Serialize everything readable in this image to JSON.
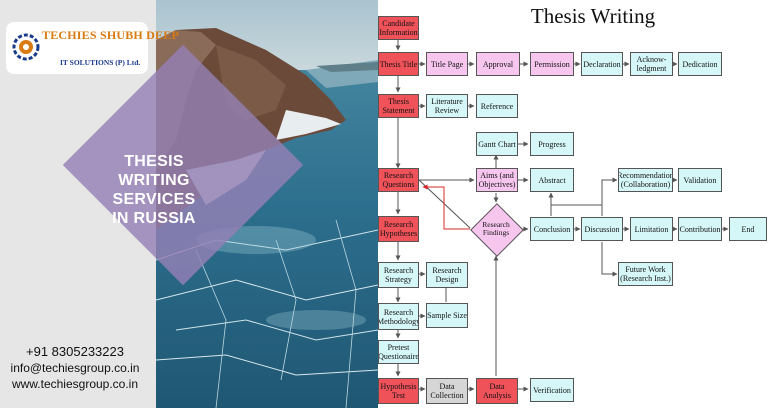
{
  "brand": {
    "logo_top": "TECHIES SHUBH DEEP",
    "logo_bottom": "IT SOLUTIONS (P) Ltd."
  },
  "hero": {
    "lines": [
      "THESIS",
      "WRITING",
      "SERVICES",
      "IN RUSSIA"
    ]
  },
  "contact": {
    "phone": "+91 8305233223",
    "email": "info@techiesgroup.co.in",
    "website": "www.techiesgroup.co.in"
  },
  "colors": {
    "red_node": "#f0525a",
    "pink_node": "#f7c6ef",
    "cyan_node": "#d6f7f8",
    "gray_node": "#d6d6d6",
    "left_panel": "#e6e6e6",
    "overlay": "#9480b4"
  },
  "diagram": {
    "title": "Thesis Writing",
    "nodes": {
      "candidate": [
        "Candidate",
        "Information"
      ],
      "thesis_title": [
        "Thesis Title"
      ],
      "title_page": [
        "Title Page"
      ],
      "approval": [
        "Approval"
      ],
      "permission": [
        "Permission"
      ],
      "declaration": [
        "Declaration"
      ],
      "acknowledgment": [
        "Acknow-",
        "ledgment"
      ],
      "dedication": [
        "Dedication"
      ],
      "thesis_statement": [
        "Thesis",
        "Statement"
      ],
      "literature_review": [
        "Literature",
        "Review"
      ],
      "reference": [
        "Reference"
      ],
      "gantt_chart": [
        "Gantt Chart"
      ],
      "progress": [
        "Progress"
      ],
      "research_questions": [
        "Research",
        "Questions"
      ],
      "aims": [
        "Aims (and",
        "Objectives)"
      ],
      "abstract": [
        "Abstract"
      ],
      "recommendation": [
        "Recommendation",
        "(Collaboration)"
      ],
      "validation": [
        "Validation"
      ],
      "research_hypotheses": [
        "Research",
        "Hypotheses"
      ],
      "research_findings": [
        "Research",
        "Findings"
      ],
      "conclusion": [
        "Conclusion"
      ],
      "discussion": [
        "Discussion"
      ],
      "limitation": [
        "Limitation"
      ],
      "contribution": [
        "Contribution"
      ],
      "end": [
        "End"
      ],
      "future_work": [
        "Future Work",
        "(Research Inst.)"
      ],
      "research_strategy": [
        "Research",
        "Strategy"
      ],
      "research_design": [
        "Research",
        "Design"
      ],
      "research_methodology": [
        "Research",
        "Methodology"
      ],
      "sample_size": [
        "Sample Size"
      ],
      "pretest": [
        "Pretest",
        "Questionaire"
      ],
      "hypothesis_test": [
        "Hypothesis",
        "Test"
      ],
      "data_collection": [
        "Data",
        "Collection"
      ],
      "data_analysis": [
        "Data",
        "Analysis"
      ],
      "verification": [
        "Verification"
      ]
    }
  }
}
